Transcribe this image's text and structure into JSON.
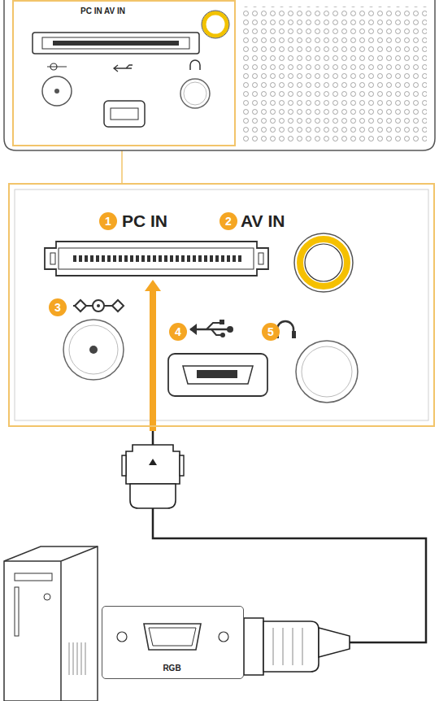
{
  "diagram": {
    "nodes": [
      {
        "text": [
          "PC IN AV IN"
        ]
      },
      {
        "text": [
          "1",
          "PC IN",
          "2",
          "AV IN",
          "3",
          "4",
          "5"
        ]
      },
      {
        "text": [
          "RGB"
        ]
      }
    ],
    "edges": [
      {
        "from": 0,
        "to": 1,
        "arrow": "none"
      },
      {
        "from": 1,
        "to": 2,
        "arrow": "none"
      }
    ]
  }
}
